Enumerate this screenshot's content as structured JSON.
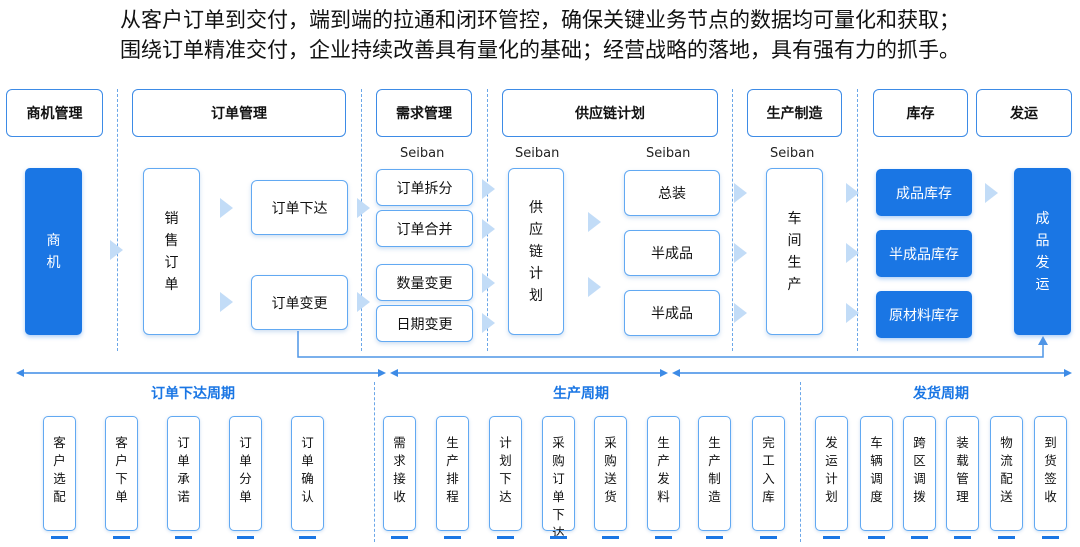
{
  "headline": {
    "line1": "从客户订单到交付，端到端的拉通和闭环管控，确保关键业务节点的数据均可量化和获取；",
    "line2": "围绕订单精准交付，企业持续改善具有量化的基础；经营战略的落地，具有强有力的抓手。"
  },
  "stages": [
    "商机管理",
    "订单管理",
    "需求管理",
    "供应链计划",
    "生产制造",
    "库存",
    "发运"
  ],
  "seiban_label": "Seiban",
  "flow": {
    "opportunity": "商机",
    "sales_order": "销售订单",
    "order_release": "订单下达",
    "order_change": "订单变更",
    "demand_ops": [
      "订单拆分",
      "订单合并",
      "数量变更",
      "日期变更"
    ],
    "supply_plan": "供应链计划",
    "plan_items": [
      "总装",
      "半成品",
      "半成品"
    ],
    "workshop": "车间生产",
    "inventory": [
      "成品库存",
      "半成品库存",
      "原材料库存"
    ],
    "shipping": "成品发运"
  },
  "periods": {
    "order": "订单下达周期",
    "production": "生产周期",
    "delivery": "发货周期"
  },
  "steps": [
    "客户选配",
    "客户下单",
    "订单承诺",
    "订单分单",
    "订单确认",
    "需求接收",
    "生产排程",
    "计划下达",
    "采购订单下达",
    "采购送货",
    "生产发料",
    "生产制造",
    "完工入库",
    "发运计划",
    "车辆调度",
    "跨区调拨",
    "装载管理",
    "物流配送",
    "到货签收"
  ],
  "colors": {
    "primary": "#1a76e4",
    "border": "#62a9f2",
    "arrow": "#c2dcf7"
  }
}
